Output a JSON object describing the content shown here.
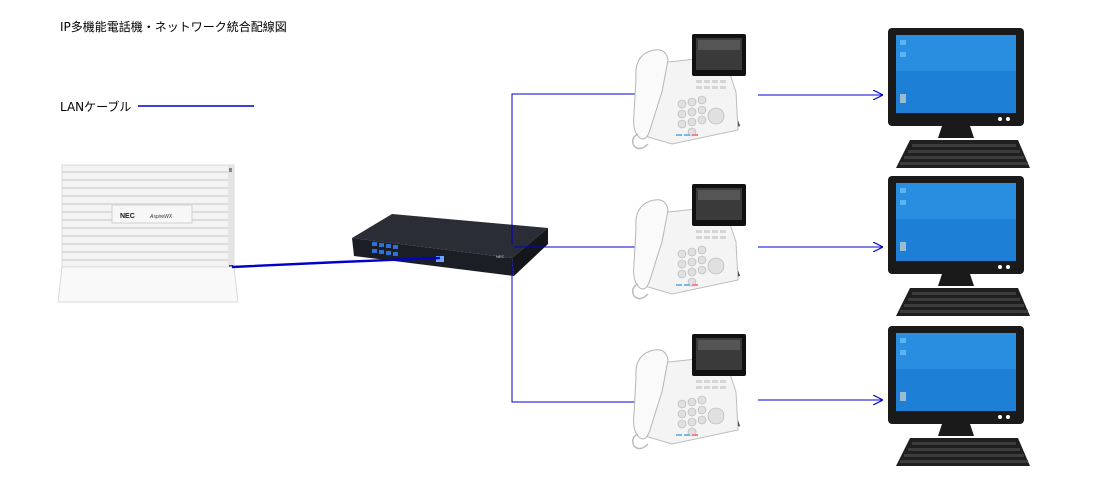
{
  "diagram": {
    "title": "IP多機能電話機・ネットワーク統合配線図",
    "legend": {
      "label": "LANケーブル",
      "color": "#0000cc"
    },
    "pbx": {
      "brand": "NEC",
      "model": "AspireWX"
    },
    "switch": {
      "brand": "NEC"
    },
    "colors": {
      "cable": "#0000cc",
      "monitor_frame": "#1a1a1a",
      "screen": "#1d7fd6",
      "screen_light": "#5bb5f5",
      "phone_body": "#f4f4f4",
      "switch_body": "#2a2c36"
    },
    "icons": [
      "pbx-unit",
      "network-switch",
      "ip-phone",
      "desktop-pc"
    ]
  }
}
